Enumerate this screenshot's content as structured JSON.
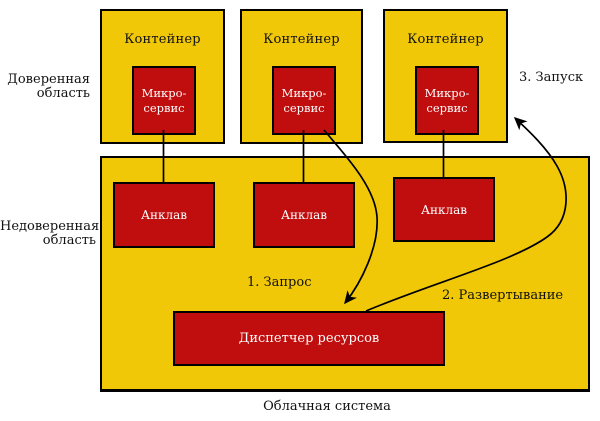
{
  "colors": {
    "yellow": "#f0c808",
    "red": "#c00d0d",
    "line": "#000000",
    "text": "#111111",
    "text_on_red": "#ffffff"
  },
  "regions": {
    "trusted": "Доверенная область",
    "untrusted": "Недоверенная область"
  },
  "containers": [
    {
      "label": "Контейнер",
      "service": "Микро-сервис"
    },
    {
      "label": "Контейнер",
      "service": "Микро-сервис"
    },
    {
      "label": "Контейнер",
      "service": "Микро-сервис"
    }
  ],
  "enclaves": [
    {
      "label": "Анклав"
    },
    {
      "label": "Анклав"
    },
    {
      "label": "Анклав"
    }
  ],
  "dispatcher": {
    "label": "Диспетчер ресурсов"
  },
  "flow_labels": {
    "request": "1. Запрос",
    "deployment": "2. Развертывание",
    "launch": "3. Запуск"
  },
  "caption": "Облачная система"
}
